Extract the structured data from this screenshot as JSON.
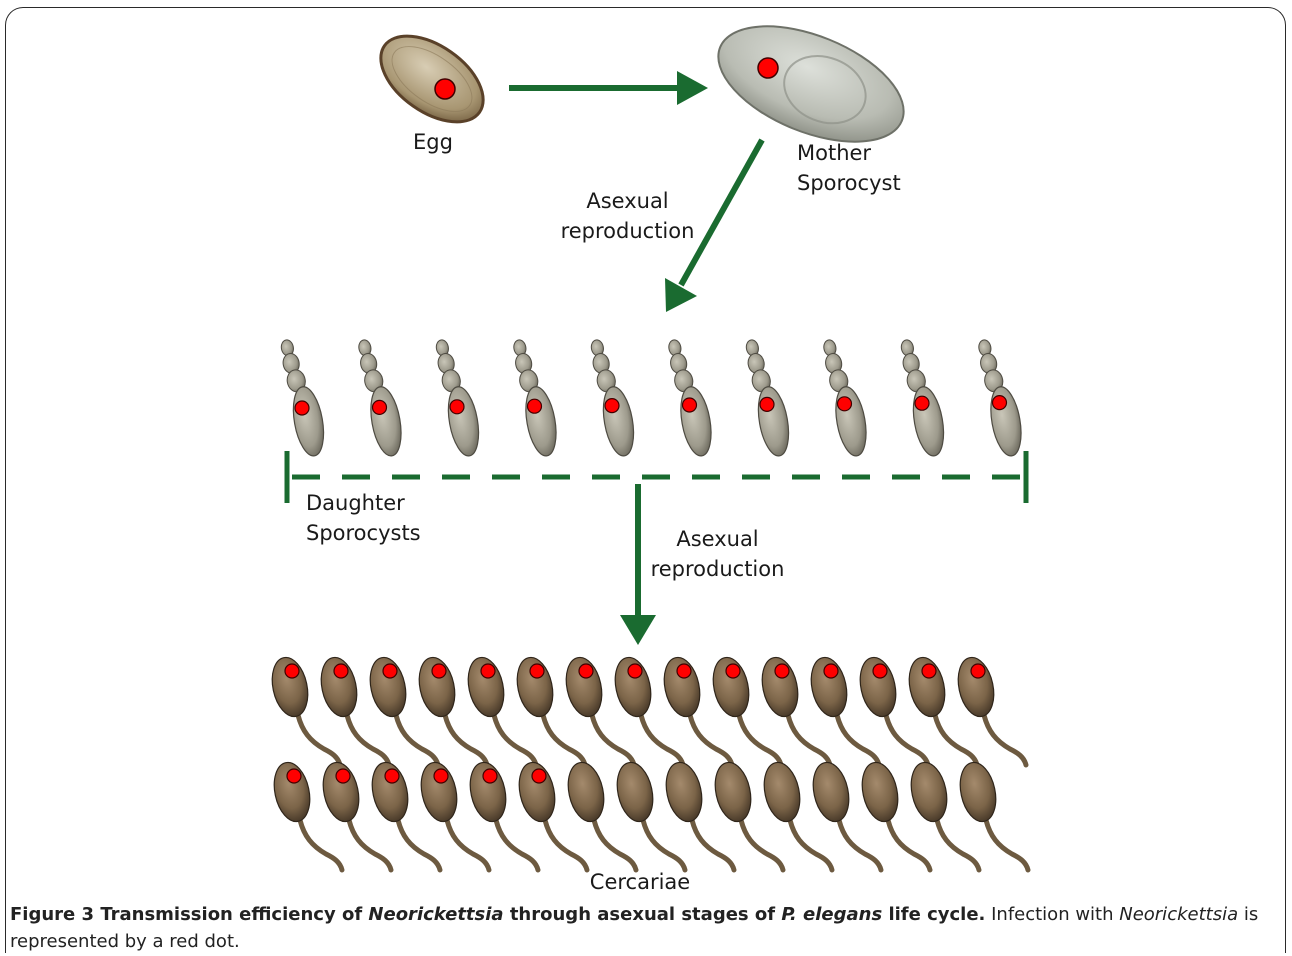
{
  "labels": {
    "egg": "Egg",
    "mother": "Mother\nSporocyst",
    "asexual1": "Asexual\nreproduction",
    "daughter": "Daughter\nSporocysts",
    "asexual2": "Asexual\nreproduction",
    "cercariae": "Cercariae"
  },
  "stages": {
    "egg_infected": 1,
    "mother_infected": 1,
    "daughter_total": 10,
    "daughter_infected": 10,
    "cercariae_row1_total": 15,
    "cercariae_row1_infected": 15,
    "cercariae_row2_total": 15,
    "cercariae_row2_infected": 6
  },
  "caption": {
    "fig": "Figure 3 ",
    "t1": "Transmission efficiency of ",
    "t2": "Neorickettsia",
    "t3": " through asexual stages of ",
    "t4": "P. elegans",
    "t5": " life cycle.",
    "r1": " Infection with ",
    "r2": "Neorickettsia",
    "r3": " is represented by a red dot."
  },
  "colors": {
    "arrow": "#1a6b30",
    "dot": "#ff0000",
    "frame": "#2a2a2a"
  }
}
